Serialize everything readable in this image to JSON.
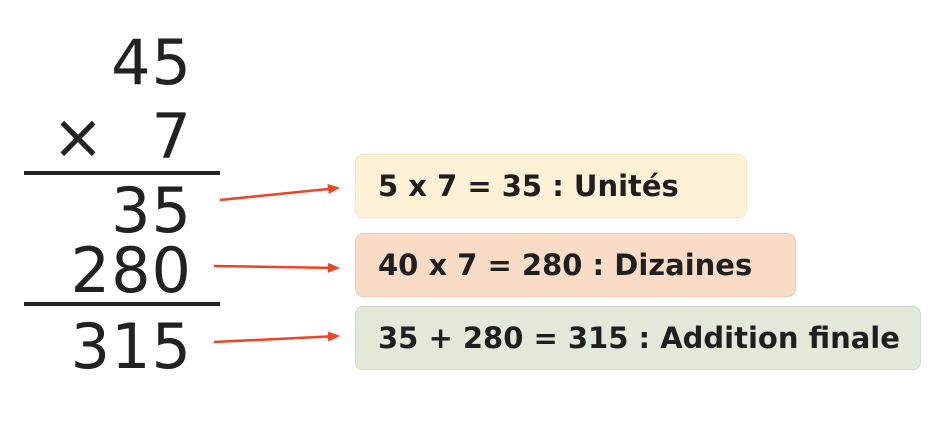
{
  "multiplication": {
    "multiplicand": "45",
    "operator": "×",
    "multiplier": "7",
    "partial_units": "35",
    "partial_tens": "280",
    "result": "315"
  },
  "explanations": [
    {
      "text": "5 x 7 = 35 : Unités",
      "color": "#fdf2d5",
      "border": "#f6e6b8"
    },
    {
      "text": "40 x 7 = 280 : Dizaines",
      "color": "#f9dcc6",
      "border": "#f2cbb0"
    },
    {
      "text": "35 + 280 = 315 : Addition finale",
      "color": "#e3e9d9",
      "border": "#d3dcc6"
    }
  ],
  "arrow_color": "#ee4422"
}
